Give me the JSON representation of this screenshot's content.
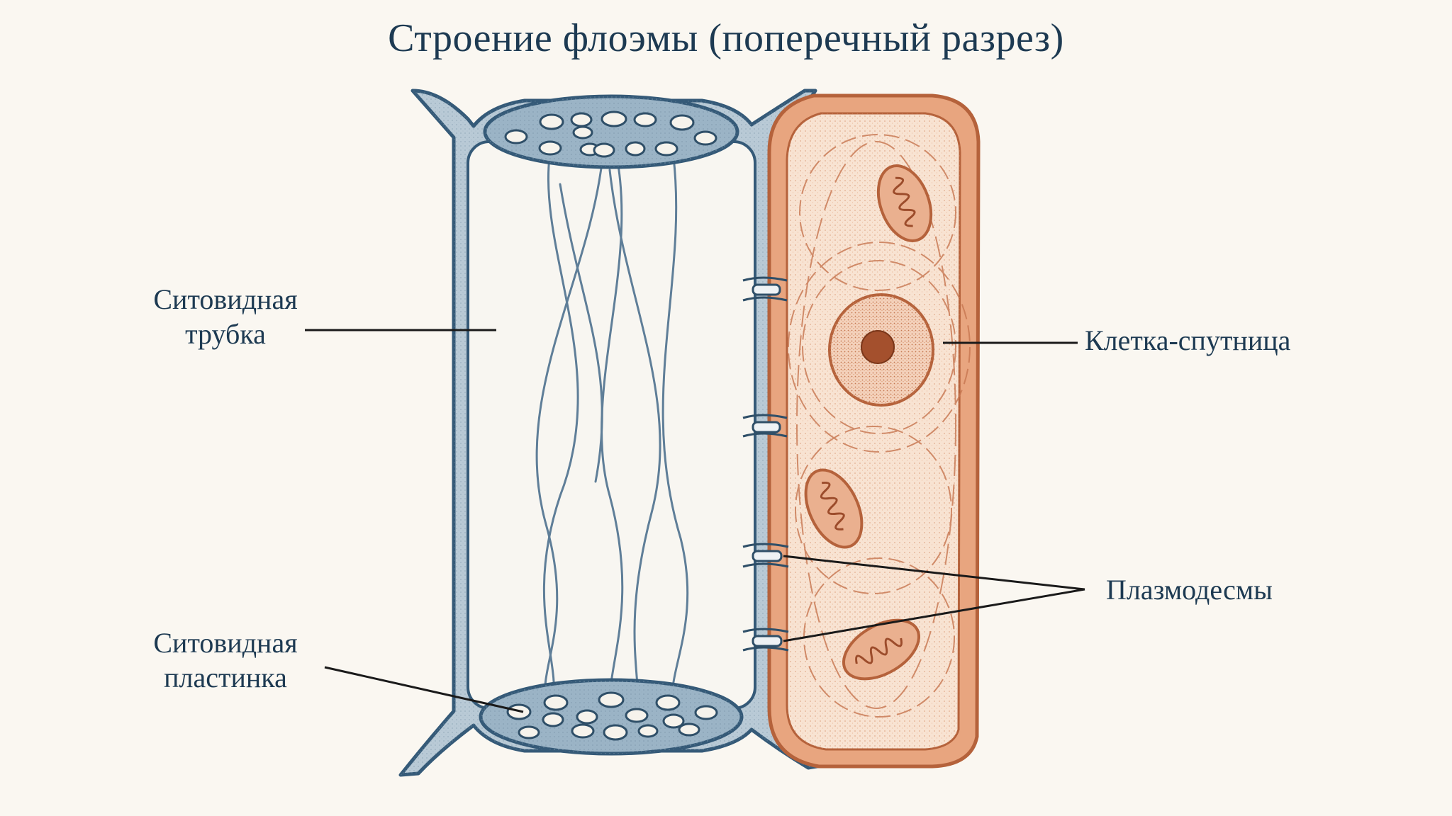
{
  "title": "Строение флоэмы (поперечный разрез)",
  "labels": {
    "sieve_tube": [
      "Ситовидная",
      "трубка"
    ],
    "sieve_plate": [
      "Ситовидная",
      "пластинка"
    ],
    "companion_cell": "Клетка-спутница",
    "plasmodesmata": "Плазмодесмы"
  },
  "colors": {
    "background": "#faf7f1",
    "text": "#1d3a52",
    "sieve_wall": "#b9cad6",
    "sieve_outline": "#355a78",
    "companion_wall": "#e8a57f",
    "companion_outline": "#b5623b",
    "companion_cytoplasm": "#f8e3d2",
    "leader_line": "#1a1a1a"
  }
}
